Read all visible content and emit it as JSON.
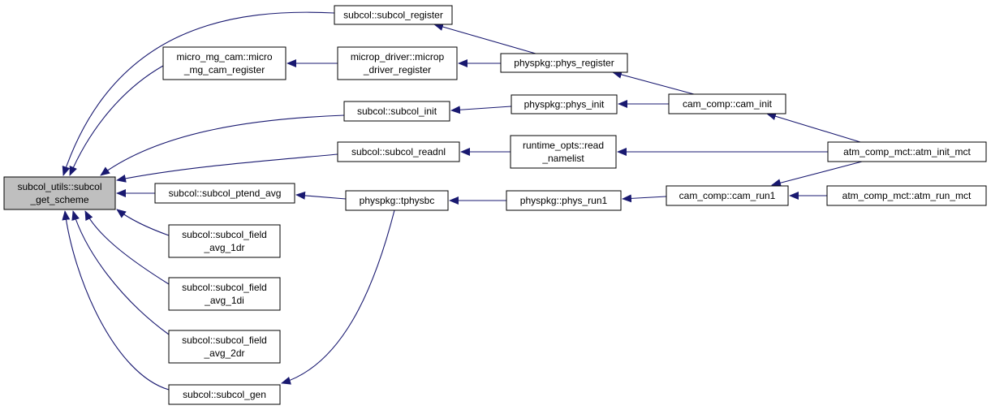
{
  "graph": {
    "nodes": [
      {
        "id": "root",
        "lines": [
          "subcol_utils::subcol",
          "_get_scheme"
        ]
      },
      {
        "id": "subcol_register",
        "lines": [
          "subcol::subcol_register"
        ]
      },
      {
        "id": "micro_mg_cam_register",
        "lines": [
          "micro_mg_cam::micro",
          "_mg_cam_register"
        ]
      },
      {
        "id": "microp_driver_register",
        "lines": [
          "microp_driver::microp",
          "_driver_register"
        ]
      },
      {
        "id": "phys_register",
        "lines": [
          "physpkg::phys_register"
        ]
      },
      {
        "id": "subcol_init",
        "lines": [
          "subcol::subcol_init"
        ]
      },
      {
        "id": "phys_init",
        "lines": [
          "physpkg::phys_init"
        ]
      },
      {
        "id": "cam_init",
        "lines": [
          "cam_comp::cam_init"
        ]
      },
      {
        "id": "subcol_readnl",
        "lines": [
          "subcol::subcol_readnl"
        ]
      },
      {
        "id": "read_namelist",
        "lines": [
          "runtime_opts::read",
          "_namelist"
        ]
      },
      {
        "id": "atm_init_mct",
        "lines": [
          "atm_comp_mct::atm_init_mct"
        ]
      },
      {
        "id": "subcol_ptend_avg",
        "lines": [
          "subcol::subcol_ptend_avg"
        ]
      },
      {
        "id": "tphysbc",
        "lines": [
          "physpkg::tphysbc"
        ]
      },
      {
        "id": "phys_run1",
        "lines": [
          "physpkg::phys_run1"
        ]
      },
      {
        "id": "cam_run1",
        "lines": [
          "cam_comp::cam_run1"
        ]
      },
      {
        "id": "atm_run_mct",
        "lines": [
          "atm_comp_mct::atm_run_mct"
        ]
      },
      {
        "id": "subcol_field_avg_1dr",
        "lines": [
          "subcol::subcol_field",
          "_avg_1dr"
        ]
      },
      {
        "id": "subcol_field_avg_1di",
        "lines": [
          "subcol::subcol_field",
          "_avg_1di"
        ]
      },
      {
        "id": "subcol_field_avg_2dr",
        "lines": [
          "subcol::subcol_field",
          "_avg_2dr"
        ]
      },
      {
        "id": "subcol_gen",
        "lines": [
          "subcol::subcol_gen"
        ]
      }
    ],
    "edges": [
      {
        "from": "subcol_register",
        "to": "root"
      },
      {
        "from": "micro_mg_cam_register",
        "to": "root"
      },
      {
        "from": "subcol_init",
        "to": "root"
      },
      {
        "from": "subcol_readnl",
        "to": "root"
      },
      {
        "from": "subcol_ptend_avg",
        "to": "root"
      },
      {
        "from": "subcol_field_avg_1dr",
        "to": "root"
      },
      {
        "from": "subcol_field_avg_1di",
        "to": "root"
      },
      {
        "from": "subcol_field_avg_2dr",
        "to": "root"
      },
      {
        "from": "subcol_gen",
        "to": "root"
      },
      {
        "from": "microp_driver_register",
        "to": "micro_mg_cam_register"
      },
      {
        "from": "phys_register",
        "to": "microp_driver_register"
      },
      {
        "from": "phys_register",
        "to": "subcol_register"
      },
      {
        "from": "cam_init",
        "to": "phys_register"
      },
      {
        "from": "phys_init",
        "to": "subcol_init"
      },
      {
        "from": "cam_init",
        "to": "phys_init"
      },
      {
        "from": "atm_init_mct",
        "to": "cam_init"
      },
      {
        "from": "read_namelist",
        "to": "subcol_readnl"
      },
      {
        "from": "atm_init_mct",
        "to": "read_namelist"
      },
      {
        "from": "tphysbc",
        "to": "subcol_ptend_avg"
      },
      {
        "from": "tphysbc",
        "to": "subcol_gen"
      },
      {
        "from": "phys_run1",
        "to": "tphysbc"
      },
      {
        "from": "cam_run1",
        "to": "phys_run1"
      },
      {
        "from": "atm_init_mct",
        "to": "cam_run1"
      },
      {
        "from": "atm_run_mct",
        "to": "cam_run1"
      }
    ]
  }
}
